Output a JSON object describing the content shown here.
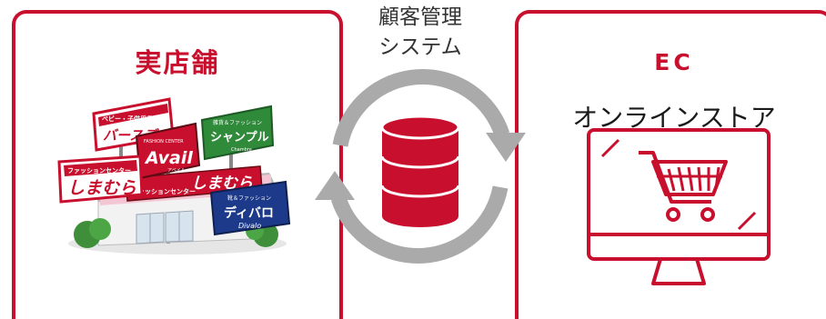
{
  "left_panel": {
    "title": "実店舗"
  },
  "center": {
    "title_line1": "顧客管理",
    "title_line2": "システム"
  },
  "right_panel": {
    "title": "EC",
    "subtitle": "オンラインストア"
  },
  "store_signs": {
    "sign1_small": "ベビー・子供用品",
    "sign1_main": "バースデイ",
    "sign2_small": "FASHION CENTER",
    "sign2_main": "Avail",
    "sign2_sub": "アベイル",
    "sign3_small": "雑貨＆ファッション",
    "sign3_main": "シャンプル",
    "sign3_sub": "Chambre",
    "sign4_small": "ファッションセンター",
    "sign4_main": "しまむら",
    "banner_small": "ファッションセンター",
    "banner_main": "しまむら",
    "sign5_small": "靴＆ファッション",
    "sign5_main": "ディバロ",
    "sign5_sub": "Divalo"
  },
  "colors": {
    "accent": "#c8102e",
    "arrow": "#aaaaaa"
  },
  "icons": [
    "store-illustration",
    "database-icon",
    "sync-arrows-icon",
    "monitor-icon",
    "shopping-cart-icon"
  ]
}
